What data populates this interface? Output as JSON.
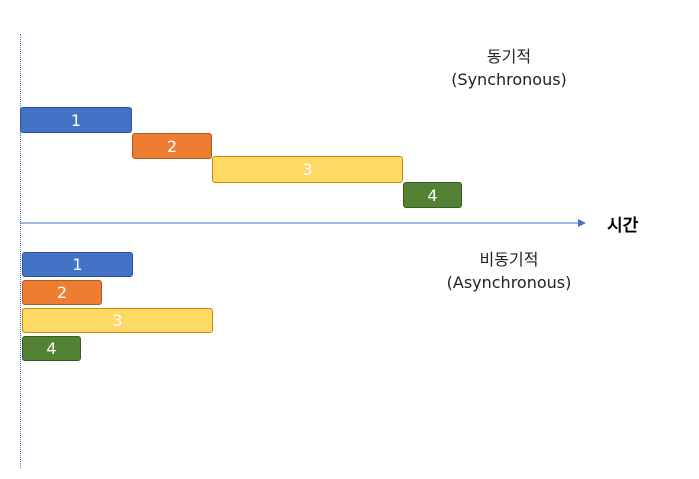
{
  "axis": {
    "label": "시간"
  },
  "sync": {
    "title": "동기적",
    "subtitle": "(Synchronous)",
    "tasks": [
      {
        "label": "1",
        "color": "#4472c4"
      },
      {
        "label": "2",
        "color": "#ed7d31"
      },
      {
        "label": "3",
        "color": "#ffd966"
      },
      {
        "label": "4",
        "color": "#548235"
      }
    ]
  },
  "async": {
    "title": "비동기적",
    "subtitle": "(Asynchronous)",
    "tasks": [
      {
        "label": "1",
        "color": "#4472c4"
      },
      {
        "label": "2",
        "color": "#ed7d31"
      },
      {
        "label": "3",
        "color": "#ffd966"
      },
      {
        "label": "4",
        "color": "#548235"
      }
    ]
  }
}
